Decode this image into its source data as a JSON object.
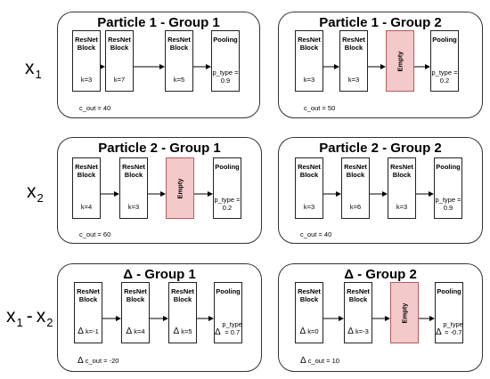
{
  "row_labels": [
    {
      "name": "x",
      "sub": "1"
    },
    {
      "name": "x",
      "sub": "2"
    },
    {
      "name1": "x",
      "sub1": "1",
      "minus": "-",
      "name2": "x",
      "sub2": "2"
    }
  ],
  "groups": [
    {
      "title": "Particle 1 - Group 1",
      "blocks": [
        {
          "kind": "resnet",
          "name": "ResNet Block",
          "k": "k=3"
        },
        {
          "kind": "resnet",
          "name": "ResNet Block",
          "k": "k=7"
        },
        {
          "kind": "resnet",
          "name": "ResNet Block",
          "k": "k=5"
        },
        {
          "kind": "pooling",
          "name": "Pooling",
          "ptype": "p_type = 0.9"
        }
      ],
      "cout": "c_out = 40"
    },
    {
      "title": "Particle 1 - Group 2",
      "blocks": [
        {
          "kind": "resnet",
          "name": "ResNet Block",
          "k": "k=3"
        },
        {
          "kind": "resnet",
          "name": "ResNet Block",
          "k": "k=3"
        },
        {
          "kind": "empty",
          "name": "Empty"
        },
        {
          "kind": "pooling",
          "name": "Pooling",
          "ptype": "p_type = 0.2"
        }
      ],
      "cout": "c_out = 50"
    },
    {
      "title": "Particle 2 - Group 1",
      "blocks": [
        {
          "kind": "resnet",
          "name": "ResNet Block",
          "k": "k=4"
        },
        {
          "kind": "resnet",
          "name": "ResNet Block",
          "k": "k=3"
        },
        {
          "kind": "empty",
          "name": "Empty"
        },
        {
          "kind": "pooling",
          "name": "Pooling",
          "ptype": "p_type = 0.2"
        }
      ],
      "cout": "c_out = 60"
    },
    {
      "title": "Particle 2 - Group 2",
      "blocks": [
        {
          "kind": "resnet",
          "name": "ResNet Block",
          "k": "k=3"
        },
        {
          "kind": "resnet",
          "name": "ResNet Block",
          "k": "k=6"
        },
        {
          "kind": "resnet",
          "name": "ResNet Block",
          "k": "k=3"
        },
        {
          "kind": "pooling",
          "name": "Pooling",
          "ptype": "p_type = 0.9"
        }
      ],
      "cout": "c_out = 40"
    },
    {
      "title": "Δ - Group 1",
      "delta": true,
      "blocks": [
        {
          "kind": "resnet",
          "name": "ResNet Block",
          "k": "k=-1"
        },
        {
          "kind": "resnet",
          "name": "ResNet Block",
          "k": "k=4"
        },
        {
          "kind": "resnet",
          "name": "ResNet Block",
          "k": "k=5"
        },
        {
          "kind": "pooling",
          "name": "Pooling",
          "ptype": "p_type = 0.7"
        }
      ],
      "cout": "c_out = -20"
    },
    {
      "title": "Δ - Group 2",
      "delta": true,
      "blocks": [
        {
          "kind": "resnet",
          "name": "ResNet Block",
          "k": "k=0"
        },
        {
          "kind": "resnet",
          "name": "ResNet Block",
          "k": "k=-3"
        },
        {
          "kind": "empty",
          "name": "Empty"
        },
        {
          "kind": "pooling",
          "name": "Pooling",
          "ptype": "p_type = -0.7"
        }
      ],
      "cout": "c_out = 10"
    }
  ],
  "colors": {
    "empty_fill": "#f4c9ca",
    "empty_border": "#b45a5c",
    "border": "#333333"
  }
}
